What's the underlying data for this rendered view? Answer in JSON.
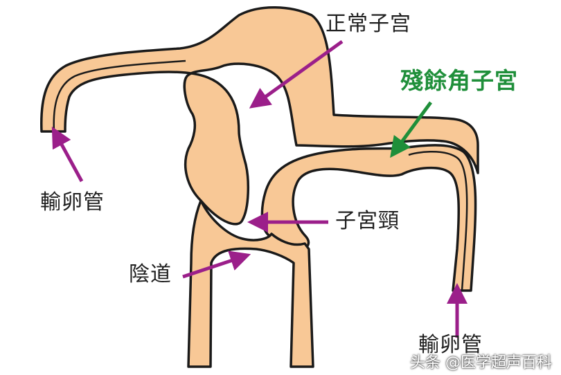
{
  "colors": {
    "tissue_fill": "#f8c896",
    "outline": "#1a1a1a",
    "arrow_purple": "#9b1f8a",
    "arrow_green": "#1f8f3a",
    "label_green": "#1f8f3a"
  },
  "labels": {
    "normal_uterus": "正常子宫",
    "residual_horn": "殘餘角子宮",
    "oviduct_left": "輸卵管",
    "oviduct_right": "輸卵管",
    "cervix": "子宮頸",
    "vagina": "陰道"
  },
  "watermark": "头条 @医学超声百科"
}
